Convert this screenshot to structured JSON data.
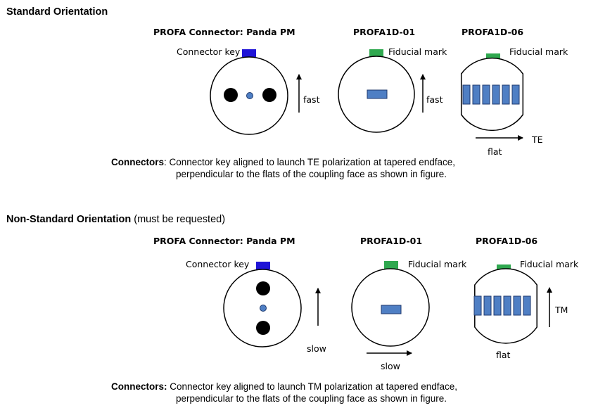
{
  "standard": {
    "title": "Standard Orientation",
    "col1_title": "PROFA Connector: Panda PM",
    "col2_title": "PROFA1D-01",
    "col3_title": "PROFA1D-06",
    "connector_key_label": "Connector key",
    "fiducial_label_1": "Fiducial mark",
    "fiducial_label_2": "Fiducial mark",
    "axis_label_1": "fast",
    "axis_label_2": "fast",
    "polarization_label": "TE",
    "flat_label": "flat",
    "note_label": "Connectors",
    "note_line1": ":  Connector key aligned to launch TE polarization at tapered endface,",
    "note_line2": "perpendicular to the flats of the coupling face as shown in figure."
  },
  "nonstandard": {
    "title": "Non-Standard Orientation",
    "title_suffix": " (must be requested)",
    "col1_title": "PROFA Connector: Panda PM",
    "col2_title": "PROFA1D-01",
    "col3_title": "PROFA1D-06",
    "connector_key_label": "Connector key",
    "fiducial_label_1": "Fiducial mark",
    "fiducial_label_2": "Fiducial mark",
    "axis_label_1": "slow",
    "axis_label_2": "slow",
    "polarization_label": "TM",
    "flat_label": "flat",
    "note_label": "Connectors:",
    "note_line1": "  Connector key aligned to launch TM polarization at tapered endface,",
    "note_line2": "perpendicular to the flats of the coupling face as shown in figure."
  },
  "colors": {
    "connector_key": "#1f14d6",
    "fiducial_mark": "#2fa84f",
    "core_fill": "#4f7fc4",
    "core_stroke": "#1f3a6e",
    "stress_rod": "#000000",
    "outline": "#000000"
  }
}
